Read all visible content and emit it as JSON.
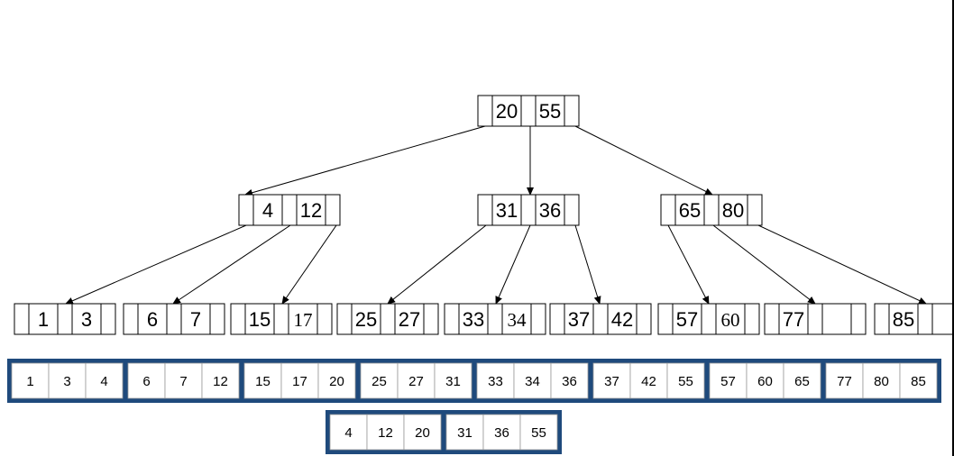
{
  "tree": {
    "root": {
      "keys": [
        "20",
        "55"
      ]
    },
    "internal": [
      {
        "keys": [
          "4",
          "12"
        ]
      },
      {
        "keys": [
          "31",
          "36"
        ]
      },
      {
        "keys": [
          "65",
          "80"
        ]
      }
    ],
    "leaves": [
      {
        "keys": [
          "1",
          "3"
        ]
      },
      {
        "keys": [
          "6",
          "7"
        ]
      },
      {
        "keys": [
          "15",
          "17"
        ]
      },
      {
        "keys": [
          "25",
          "27"
        ]
      },
      {
        "keys": [
          "33",
          "34"
        ]
      },
      {
        "keys": [
          "37",
          "42"
        ]
      },
      {
        "keys": [
          "57",
          "60"
        ]
      },
      {
        "keys": [
          "77",
          ""
        ]
      },
      {
        "keys": [
          "85",
          ""
        ]
      }
    ]
  },
  "storage_row_1": [
    [
      "1",
      "3",
      "4"
    ],
    [
      "6",
      "7",
      "12"
    ],
    [
      "15",
      "17",
      "20"
    ],
    [
      "25",
      "27",
      "31"
    ],
    [
      "33",
      "34",
      "36"
    ],
    [
      "37",
      "42",
      "55"
    ],
    [
      "57",
      "60",
      "65"
    ],
    [
      "77",
      "80",
      "85"
    ]
  ],
  "storage_row_2": [
    [
      "4",
      "12",
      "20"
    ],
    [
      "31",
      "36",
      "55"
    ]
  ],
  "colors": {
    "block_border": "#1f4a7c",
    "line": "#000000",
    "background": "#ffffff"
  }
}
